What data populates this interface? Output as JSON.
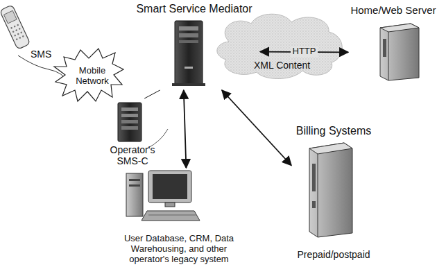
{
  "diagram": {
    "title": "Smart Service Mediator",
    "nodes": [
      {
        "text": [
          "Smart Service Mediator"
        ]
      },
      {
        "text": [
          "Mobile Network"
        ]
      },
      {
        "text": [
          "Home/Web Server"
        ]
      },
      {
        "text": [
          "Operator's SMS-C"
        ]
      },
      {
        "text": [
          "User Database, CRM, Data Warehousing, and other operator's legacy system"
        ]
      },
      {
        "text": [
          "Billing Systems",
          "Prepaid/postpaid"
        ]
      }
    ],
    "edges": [
      {
        "from": 0,
        "to": 2,
        "arrow": "both",
        "label": "HTTP"
      },
      {
        "from": 0,
        "to": 4,
        "arrow": "both"
      },
      {
        "from": 0,
        "to": 5,
        "arrow": "both"
      },
      {
        "from": 3,
        "to": 0,
        "arrow": "none"
      }
    ],
    "labels": [
      "SMS",
      "XML Content"
    ]
  }
}
